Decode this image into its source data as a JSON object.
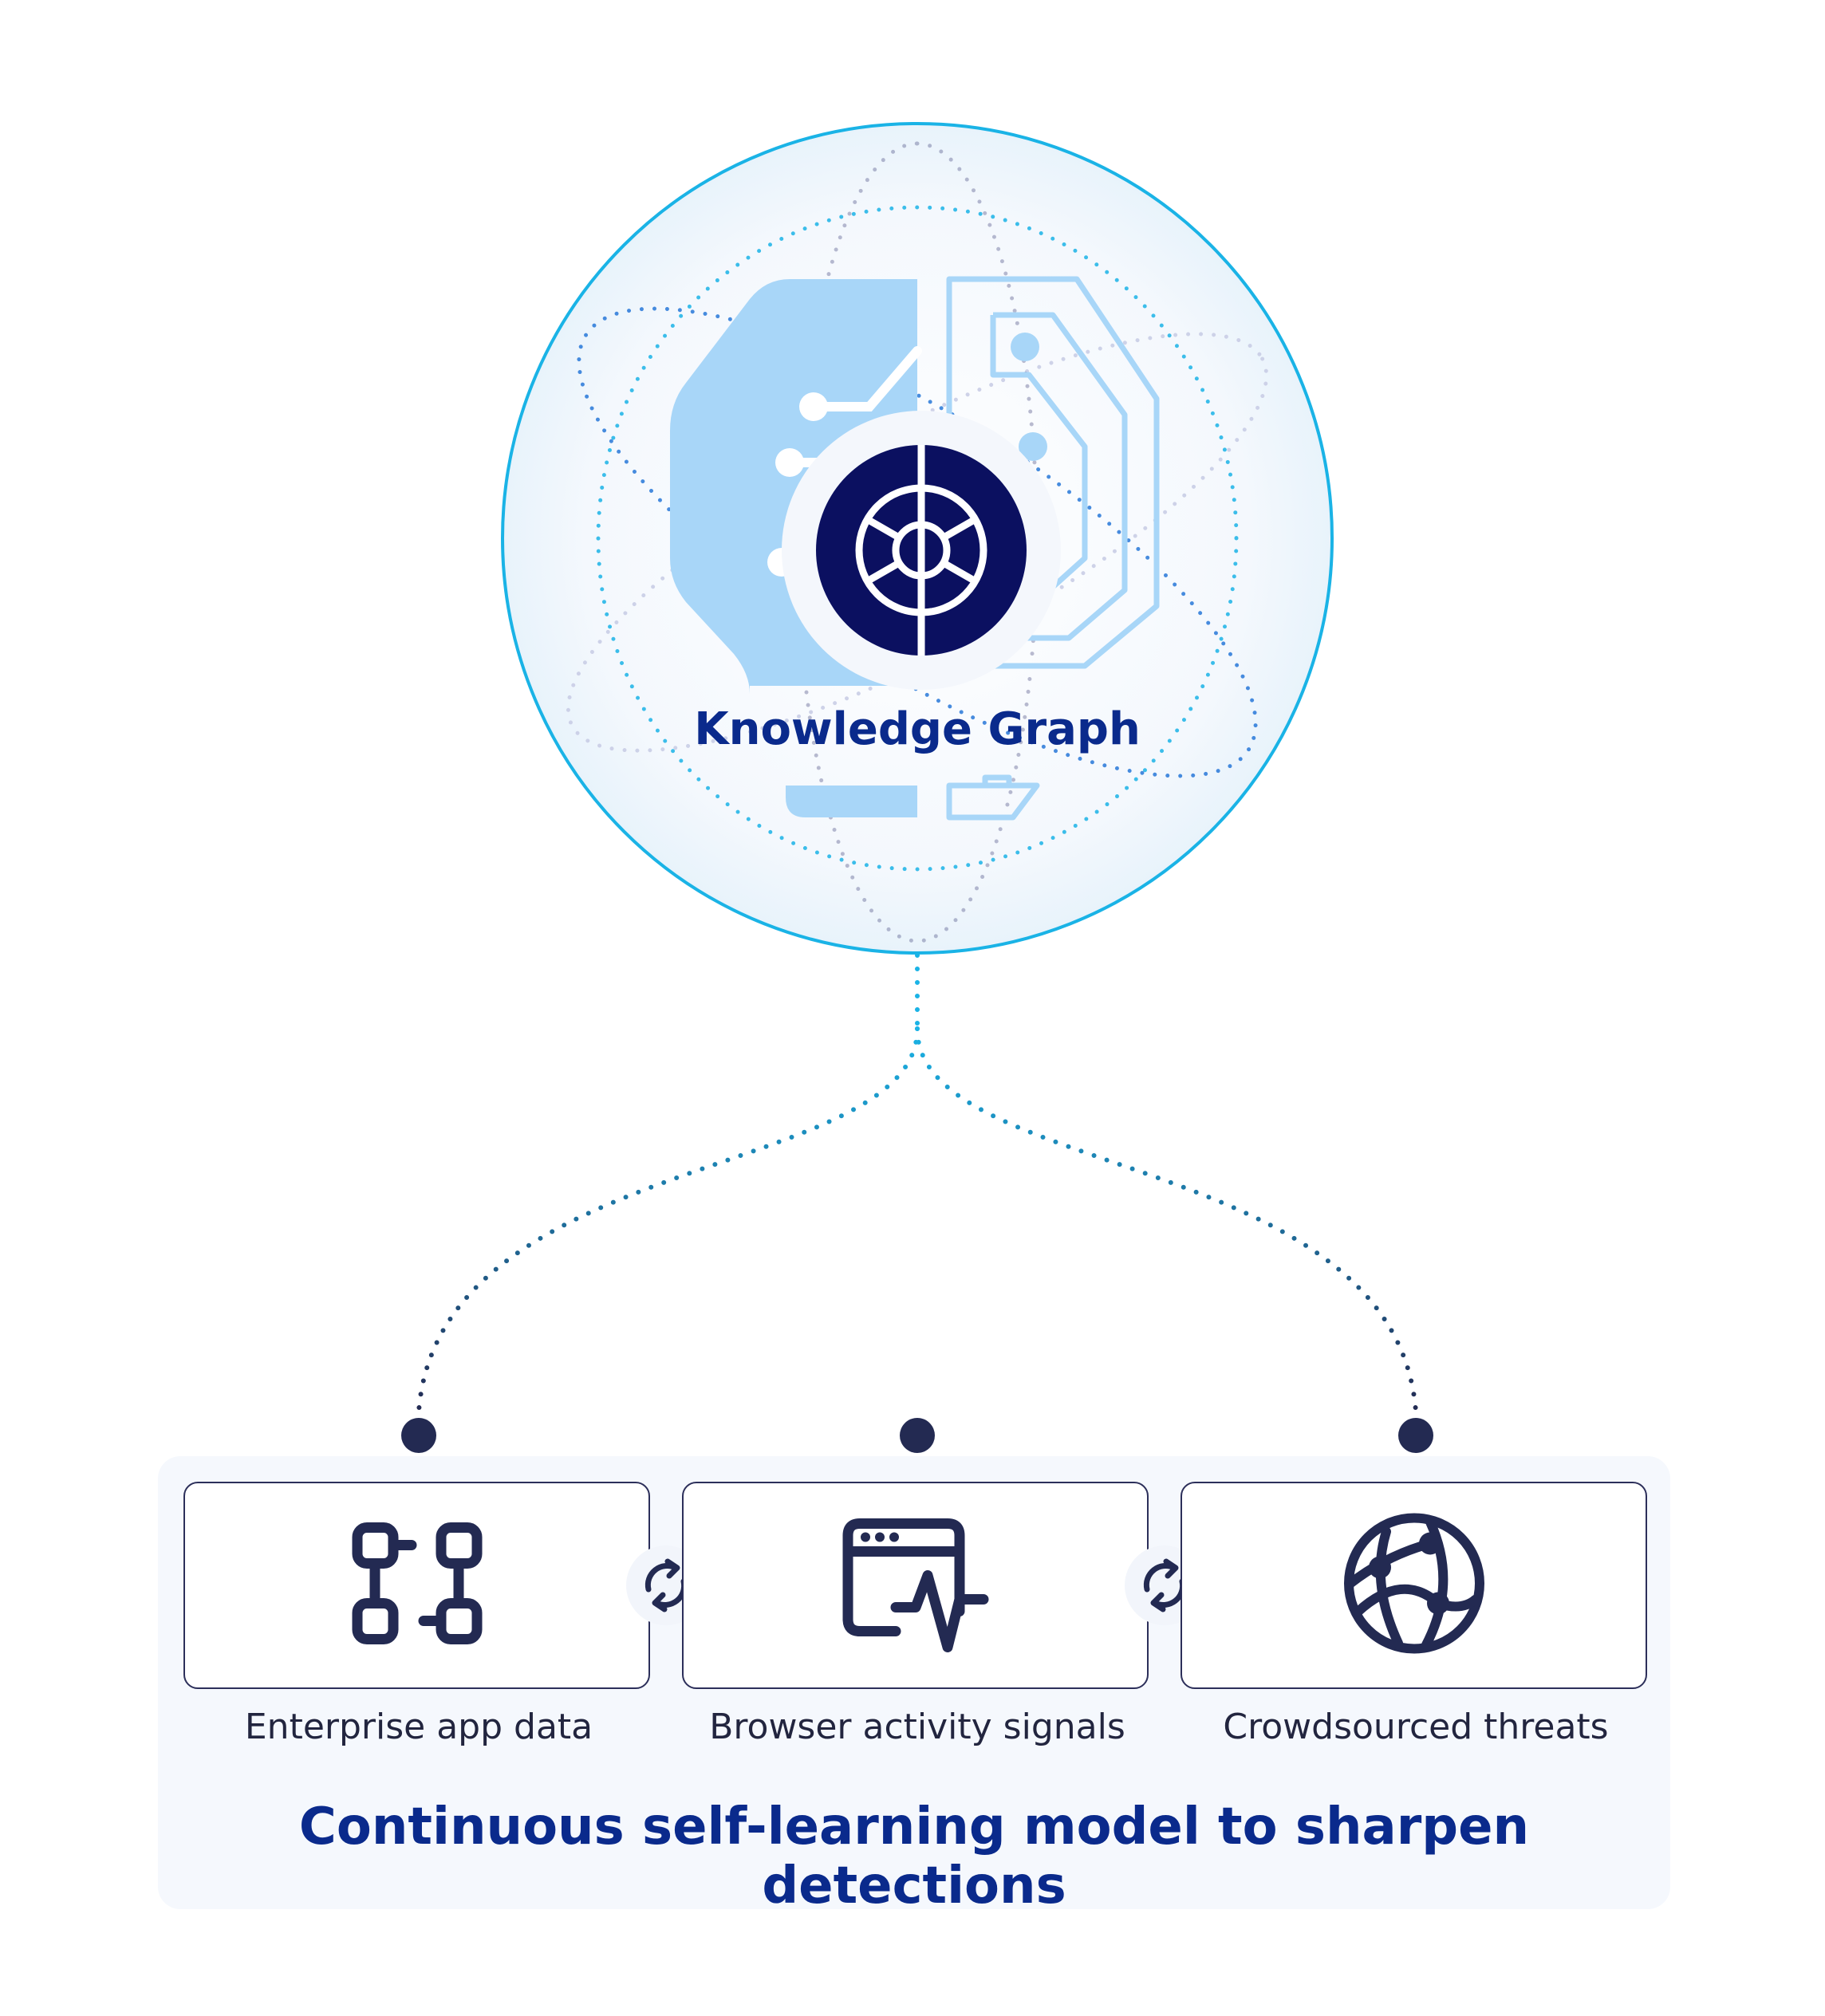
{
  "knowledge_graph": {
    "title": "Knowledge Graph",
    "icon": "brain-circuit-shield-icon"
  },
  "sources": [
    {
      "label": "Enterprise app data",
      "icon": "flowchart-icon"
    },
    {
      "label": "Browser activity signals",
      "icon": "browser-activity-icon"
    },
    {
      "label": "Crowdsourced threats",
      "icon": "globe-network-icon"
    }
  ],
  "sync_icon": "sync-arrows-icon",
  "tagline": "Continuous self-learning model to sharpen detections",
  "colors": {
    "primary_text": "#0a2a8c",
    "dark": "#232a52",
    "accent_cyan": "#1ab3e6",
    "light_blue": "#a8d6f8",
    "panel_bg": "#f5f8fd"
  }
}
